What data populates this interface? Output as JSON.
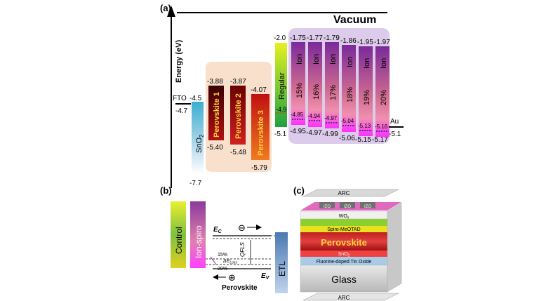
{
  "panel_a": {
    "label": "(a)",
    "vacuum": "Vacuum",
    "axis_label": "Energy (eV)",
    "fto": {
      "name": "FTO",
      "level": "-4.5",
      "level2": "-4.7"
    },
    "sno2": {
      "name": "SnO",
      "sub": "2",
      "bottom": "-7.7"
    },
    "perovskites": [
      {
        "name": "Perovskite 1",
        "top": "-3.88",
        "bottom": "-5.40"
      },
      {
        "name": "Perovskite 2",
        "top": "-3.87",
        "bottom": "-5.48"
      },
      {
        "name": "Perovskite 3",
        "top": "-4.07",
        "bottom": "-5.79"
      }
    ],
    "regular": {
      "name": "Regular",
      "top": "-2.0",
      "mid": "-4.9",
      "bottom": "-5.1"
    },
    "ions": [
      {
        "name": "Ion",
        "pct": "15%",
        "top": "-1.75",
        "fermi": "-4.85",
        "bottom": "-4.95"
      },
      {
        "name": "Ion",
        "pct": "16%",
        "top": "-1.77",
        "fermi": "-4.94",
        "bottom": "-4.97"
      },
      {
        "name": "Ion",
        "pct": "17%",
        "top": "-1.79",
        "fermi": "-4.97",
        "bottom": "-4.99"
      },
      {
        "name": "Ion",
        "pct": "18%",
        "top": "-1.86",
        "fermi": "-5.04",
        "bottom": "-5.06"
      },
      {
        "name": "Ion",
        "pct": "19%",
        "top": "-1.95",
        "fermi": "-5.13",
        "bottom": "-5.15"
      },
      {
        "name": "Ion",
        "pct": "20%",
        "top": "-1.97",
        "fermi": "-5.16",
        "bottom": "-5.17"
      }
    ],
    "au": {
      "name": "Au",
      "level": "-5.1"
    }
  },
  "panel_b": {
    "label": "(b)",
    "control": "Control",
    "ion_spiro": "Ion-spiro",
    "ec": "E",
    "ec_sub": "C",
    "ev": "E",
    "ev_sub": "V",
    "qfls": "QFLS",
    "pct15": "15%",
    "pct20": "20%",
    "de_loss": "ΔE",
    "de_loss_sub": "Loss",
    "perovskite": "Perovskite",
    "etl": "ETL",
    "electron": "⊖",
    "hole": "⊕"
  },
  "panel_c": {
    "label": "(c)",
    "arc_top": "ARC",
    "izo": [
      "IZO",
      "IZO",
      "IZO"
    ],
    "wo": "WO",
    "wo_sub": "x",
    "spiro": "Spiro-MeOTAD",
    "perovskite": "Perovskite",
    "sno": "SnO",
    "sno_sub": "2",
    "fto": "Fluorine-doped Tin Oxide",
    "glass": "Glass",
    "arc_bottom": "ARC"
  }
}
